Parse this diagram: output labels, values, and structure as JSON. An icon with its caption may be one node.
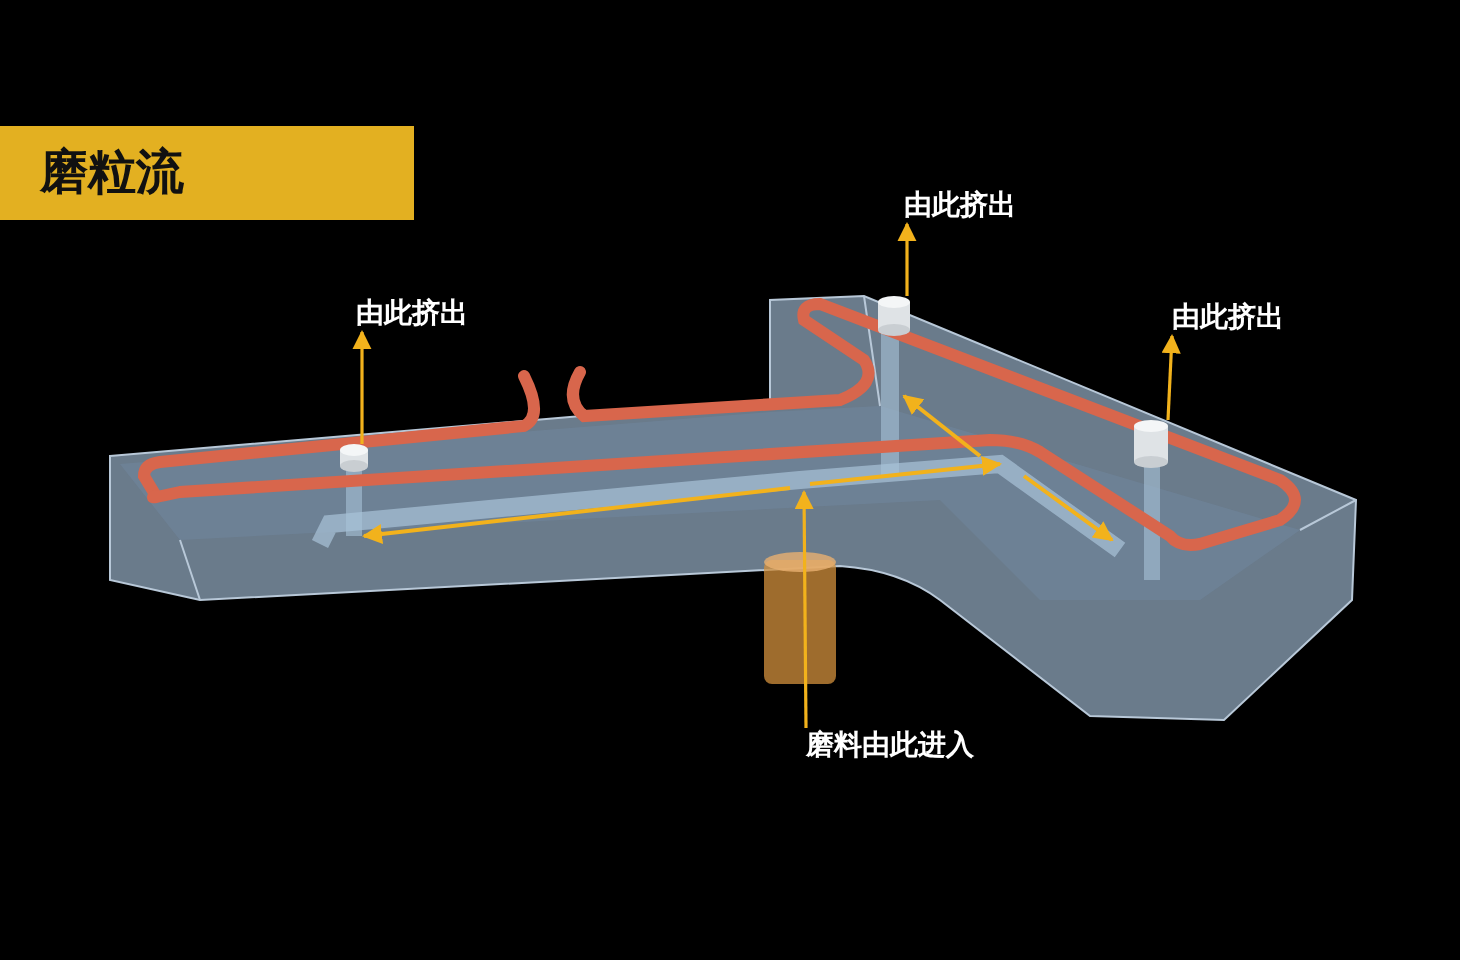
{
  "diagram": {
    "title": "磨粒流",
    "nodes": [
      {
        "text": [
          "由此挤出"
        ]
      },
      {
        "text": [
          "由此挤出"
        ]
      },
      {
        "text": [
          "由此挤出"
        ]
      },
      {
        "text": [
          "磨料由此进入"
        ]
      },
      {
        "text": [],
        "shape": "cylinder"
      },
      {
        "text": [],
        "shape": "cylinder"
      },
      {
        "text": [],
        "shape": "cylinder"
      }
    ],
    "edges": [
      {
        "from": 4,
        "to": 1,
        "arrow": "to"
      },
      {
        "from": 5,
        "to": 0,
        "arrow": "to"
      },
      {
        "from": 6,
        "to": 2,
        "arrow": "to"
      },
      {
        "from": 3,
        "to": null,
        "arrow": "to"
      }
    ]
  }
}
